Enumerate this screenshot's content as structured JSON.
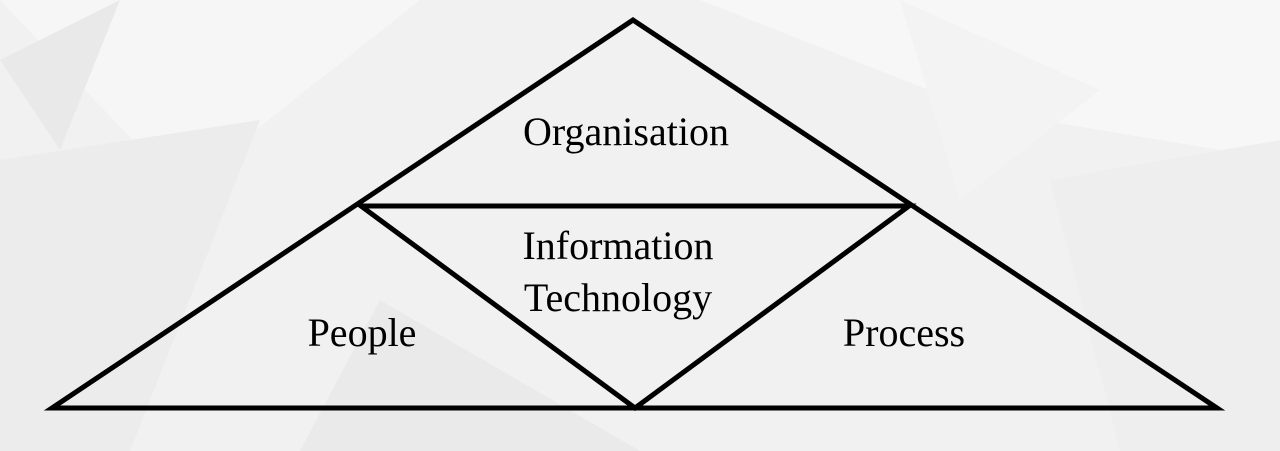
{
  "diagram": {
    "sections": {
      "organisation": "Organisation",
      "information_technology": [
        "Information",
        "Technology"
      ],
      "people": "People",
      "process": "Process"
    },
    "colors": {
      "stroke": "#000000",
      "background": "#f1f1f1"
    }
  }
}
